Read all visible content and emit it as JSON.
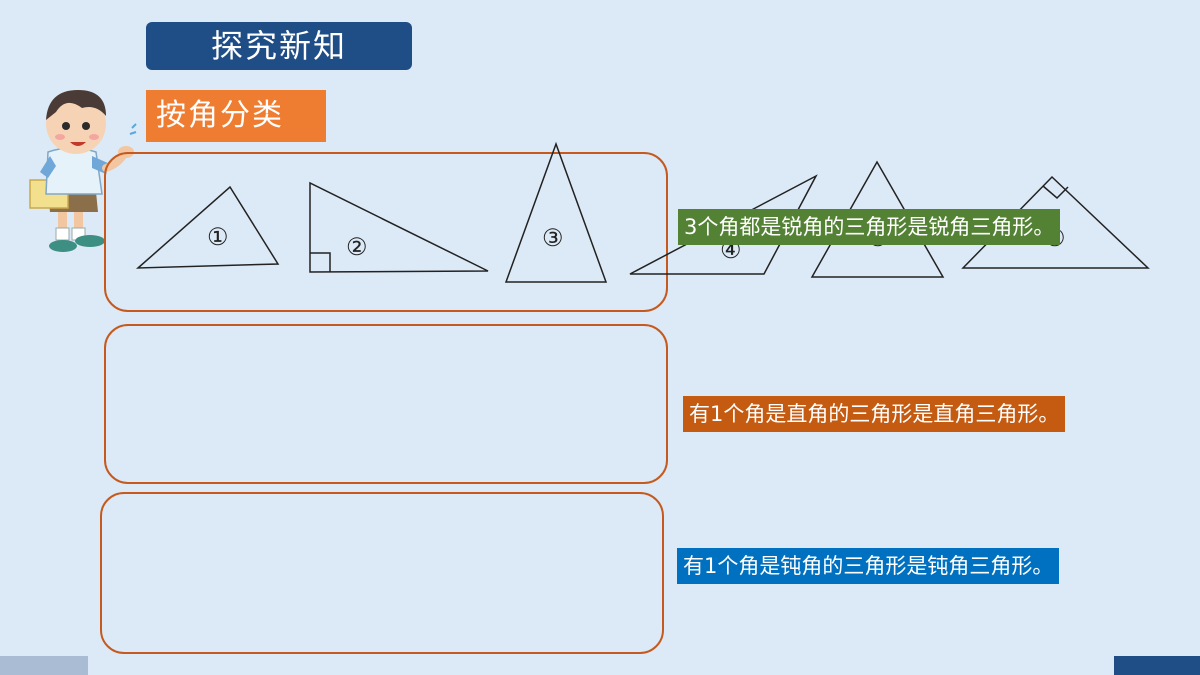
{
  "header": {
    "title": "探究新知"
  },
  "section": {
    "subtitle": "按角分类"
  },
  "triangles": {
    "labels": [
      "①",
      "②",
      "③",
      "④",
      "⑤",
      "⑥"
    ]
  },
  "definitions": {
    "acute": "3个角都是锐角的三角形是锐角三角形。",
    "right": "有1个角是直角的三角形是直角三角形。",
    "obtuse": "有1个角是钝角的三角形是钝角三角形。"
  },
  "colors": {
    "title_bg": "#1f4d86",
    "subtitle_bg": "#ef7d31",
    "frame_border": "#c65a1e",
    "acute_bg": "#548235",
    "right_bg": "#c55a11",
    "obtuse_bg": "#0070c0"
  }
}
